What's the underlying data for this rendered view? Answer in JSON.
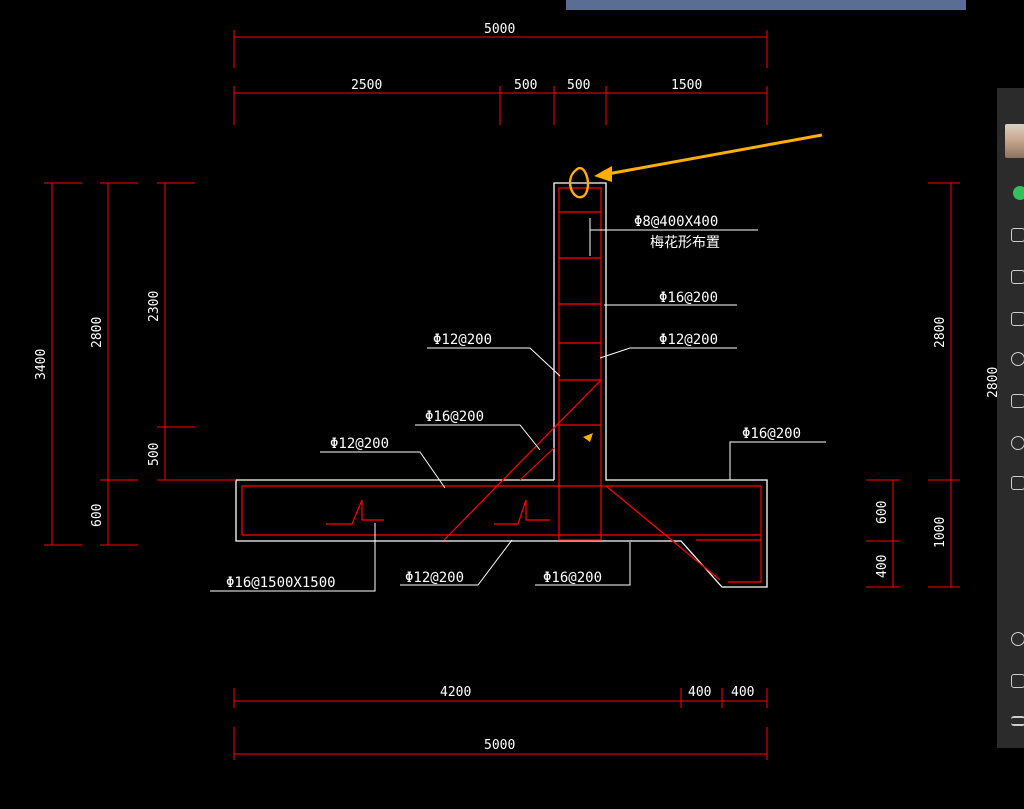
{
  "drawing": {
    "top_dims": {
      "total": "5000",
      "segments": [
        "2500",
        "500",
        "500",
        "1500"
      ]
    },
    "bottom_dims": {
      "segments": [
        "4200",
        "400",
        "400"
      ],
      "total": "5000"
    },
    "left_dims": {
      "outer": "3400",
      "middle": "2800",
      "upper": "2300",
      "mid_low": "500",
      "low": "600"
    },
    "right_dims": {
      "outer": "2800",
      "partial": "2800",
      "low_a": "600",
      "low_b": "400",
      "low_c": "1000"
    },
    "rebar_labels": {
      "top_wall": "Φ8@400X400",
      "top_wall_note": "梅花形布置",
      "wall_right": "Φ16@200",
      "wall_right2": "Φ12@200",
      "wall_left": "Φ12@200",
      "haunch": "Φ16@200",
      "slab_top_left": "Φ12@200",
      "slab_top_right": "Φ16@200",
      "slab_bottom_left": "Φ16@1500X1500",
      "slab_bottom_mid": "Φ12@200",
      "slab_bottom_right": "Φ16@200"
    },
    "colors": {
      "line": "#ff0000",
      "outline": "#ffffff",
      "annotation": "#ffb000",
      "background": "#000000"
    }
  },
  "sidebar": {
    "icons": [
      "avatar",
      "chat-icon",
      "user-icon",
      "cube-icon",
      "folder-icon",
      "camera-icon",
      "send-icon",
      "gear-icon",
      "sparkle-icon",
      "clock-icon",
      "phone-icon",
      "menu-icon"
    ]
  }
}
